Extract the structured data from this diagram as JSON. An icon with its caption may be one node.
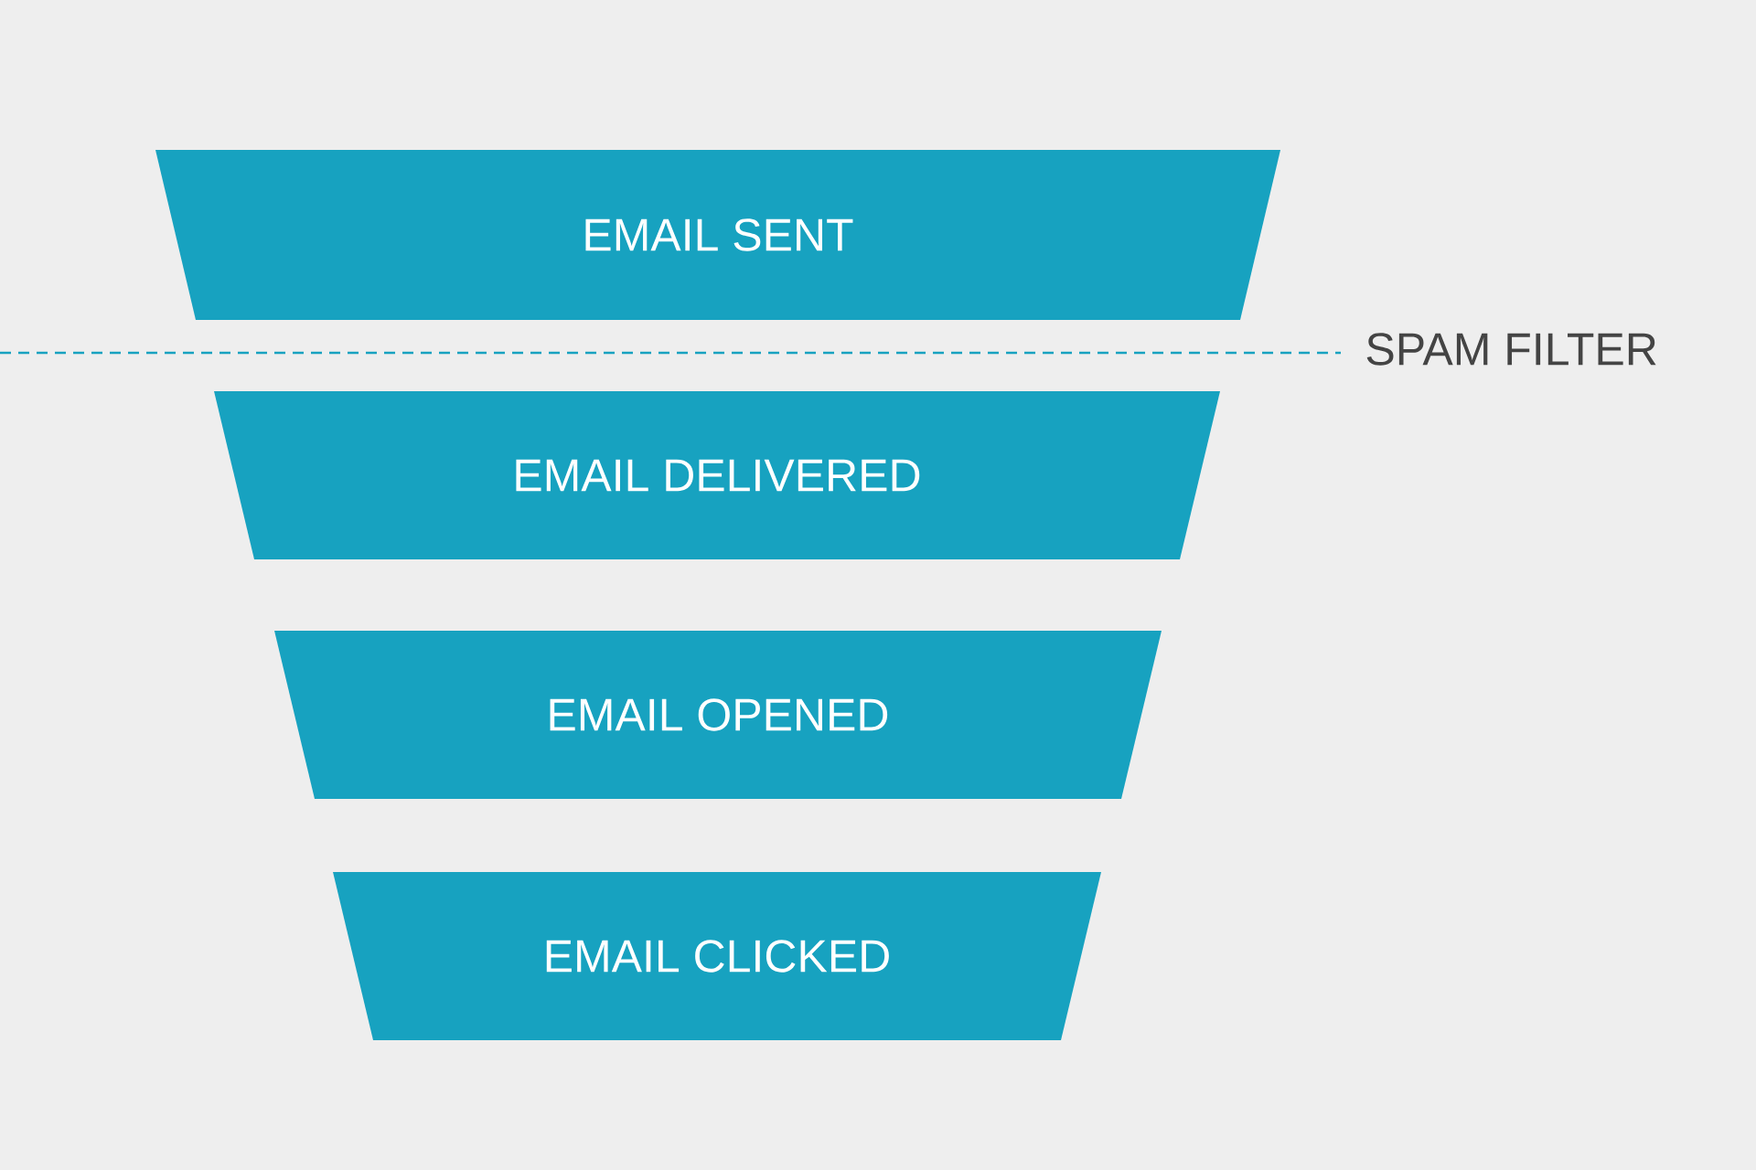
{
  "diagram": {
    "nodes": [
      {
        "text": [
          "EMAIL SENT"
        ]
      },
      {
        "text": [
          "EMAIL DELIVERED"
        ]
      },
      {
        "text": [
          "EMAIL OPENED"
        ]
      },
      {
        "text": [
          "EMAIL CLICKED"
        ]
      }
    ],
    "labels": [
      "SPAM FILTER"
    ]
  }
}
